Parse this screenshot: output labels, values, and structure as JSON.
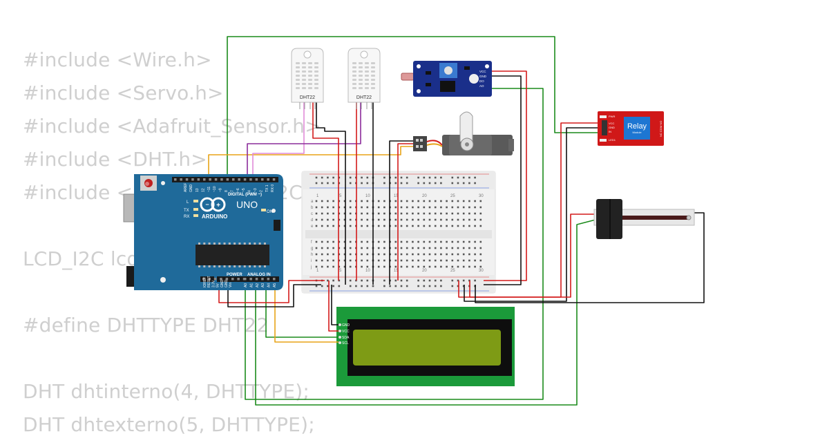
{
  "code_lines": [
    "#include <Wire.h>",
    "#include <Servo.h>",
    "#include <Adafruit_Sensor.h>",
    "#include <DHT.h>",
    "#include <LiquidCrystal_I2C.h>",
    "",
    "LCD_I2C lcd(0x27, 16, 2);",
    "",
    "#define DHTTYPE DHT22",
    "",
    "DHT dhtinterno(4, DHTTYPE);",
    "DHT dhtexterno(5, DHTTYPE);"
  ],
  "dht_left": {
    "label": "DHT22"
  },
  "dht_right": {
    "label": "DHT22"
  },
  "arduino": {
    "brand": "ARDUINO",
    "model": "UNO",
    "digital_label": "DIGITAL (PWM ~)",
    "analog_label": "ANALOG IN",
    "power_label": "POWER",
    "on_label": "ON",
    "l_label": "L",
    "tx_label": "TX",
    "rx_label": "RX",
    "aref_label": "AREF",
    "gnd_label": "GND",
    "digital_pins": [
      "13",
      "12",
      "~11",
      "~10",
      "~9",
      "8",
      "7",
      "~6",
      "~5",
      "4",
      "~3",
      "2",
      "TX 1",
      "RX 0"
    ],
    "power_pins": [
      "IOREF",
      "RESET",
      "3.3V",
      "5V",
      "GND",
      "GND",
      "Vin"
    ],
    "analog_pins": [
      "A0",
      "A1",
      "A2",
      "A3",
      "A4",
      "A5"
    ]
  },
  "breadboard": {
    "col_numbers_top": [
      "1",
      "5",
      "10",
      "15",
      "20",
      "25",
      "30"
    ],
    "col_numbers_bottom": [
      "1",
      "5",
      "10",
      "15",
      "20",
      "25",
      "30"
    ],
    "rows_top": [
      "a",
      "b",
      "c",
      "d",
      "e"
    ],
    "rows_bottom": [
      "f",
      "g",
      "h",
      "i",
      "j"
    ]
  },
  "lcd": {
    "pins": [
      "GND",
      "VCC",
      "SDA",
      "SCL"
    ]
  },
  "relay": {
    "label": "Relay",
    "sub_label": "Module",
    "pins": [
      "VCC",
      "GND",
      "IN"
    ],
    "top_text": "PWR",
    "bottom_text": "LED1",
    "side_text": "NC COM NO"
  },
  "ldr": {
    "pins": [
      "VCC",
      "GND",
      "DO",
      "AO"
    ]
  },
  "colors": {
    "arduino_blue": "#1f6a9a",
    "wire_green": "#1a8a1a",
    "wire_red": "#d41a1a",
    "wire_black": "#111111",
    "wire_yellow": "#e8a317",
    "wire_violet": "#8a2b9a",
    "wire_pink": "#e08ad8",
    "lcd_green": "#1b9a3a",
    "lcd_screen": "#7e9b15",
    "relay_red": "#d01818",
    "code_gray": "#cfcfcf"
  }
}
